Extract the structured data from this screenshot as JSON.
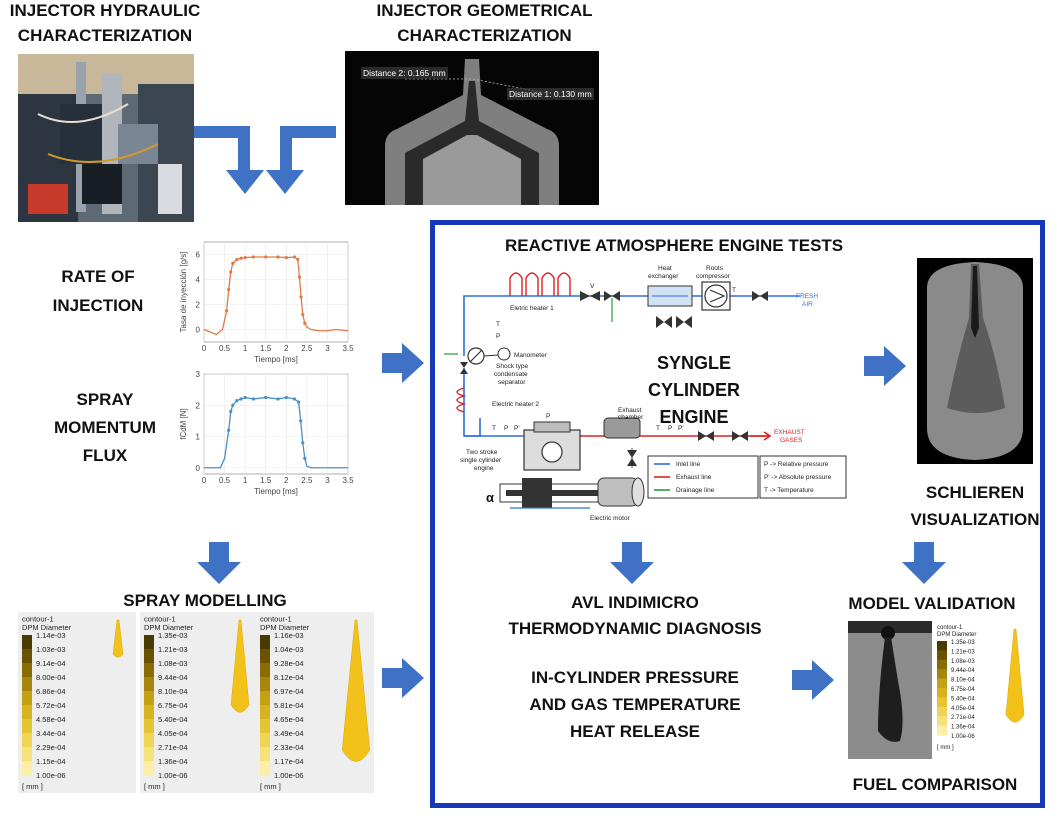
{
  "titles": {
    "hydraulic": "INJECTOR HYDRAULIC CHARACTERIZATION",
    "geometrical": "INJECTOR GEOMETRICAL CHARACTERIZATION",
    "rate": "RATE OF INJECTION",
    "momentum": "SPRAY MOMENTUM FLUX",
    "modelling": "SPRAY MODELLING",
    "reactive": "REACTIVE ATMOSPHERE ENGINE TESTS",
    "syngle": "SYNGLE CYLINDER ENGINE",
    "schlieren": "SCHLIEREN VISUALIZATION",
    "model_validation": "MODEL VALIDATION",
    "fuel_comparison": "FUEL COMPARISON",
    "avl1": "AVL INDIMICRO",
    "avl2": "THERMODYNAMIC DIAGNOSIS",
    "cyl1": "IN-CYLINDER PRESSURE",
    "cyl2": "AND GAS TEMPERATURE",
    "cyl3": "HEAT RELEASE"
  },
  "geometry_labels": {
    "d2": "Distance 2: 0.165 mm",
    "d1": "Distance 1: 0.130 mm"
  },
  "chart_data": [
    {
      "type": "line",
      "xlabel": "Tiempo [ms]",
      "ylabel": "Tasa de inyección [g/s]",
      "xlim": [
        0,
        3.5
      ],
      "ylim": [
        -1,
        7
      ],
      "xticks": [
        "0",
        "0.5",
        "1",
        "1.5",
        "2",
        "2.5",
        "3",
        "3.5"
      ],
      "yticks": [
        "0",
        "2",
        "4",
        "6"
      ],
      "color": "#e07a45",
      "x": [
        0,
        0.3,
        0.45,
        0.55,
        0.6,
        0.65,
        0.7,
        0.8,
        0.9,
        1.0,
        1.2,
        1.5,
        1.8,
        2.0,
        2.2,
        2.28,
        2.32,
        2.36,
        2.4,
        2.45,
        2.5,
        2.6,
        2.8,
        3.0,
        3.2,
        3.5
      ],
      "y": [
        0,
        -0.4,
        0,
        1.5,
        3.2,
        4.6,
        5.3,
        5.6,
        5.7,
        5.75,
        5.8,
        5.8,
        5.8,
        5.75,
        5.8,
        5.6,
        4.2,
        2.6,
        1.2,
        0.5,
        0.2,
        0,
        -0.1,
        -0.1,
        0,
        -0.1
      ]
    },
    {
      "type": "line",
      "xlabel": "Tiempo [ms]",
      "ylabel": "fCdM [N]",
      "xlim": [
        0,
        3.5
      ],
      "ylim": [
        -0.2,
        3
      ],
      "xticks": [
        "0",
        "0.5",
        "1",
        "1.5",
        "2",
        "2.5",
        "3",
        "3.5"
      ],
      "yticks": [
        "0",
        "1",
        "2",
        "3"
      ],
      "color": "#4a90c8",
      "x": [
        0,
        0.4,
        0.5,
        0.6,
        0.65,
        0.7,
        0.8,
        0.9,
        1.0,
        1.2,
        1.5,
        1.8,
        2.0,
        2.2,
        2.3,
        2.35,
        2.4,
        2.45,
        2.5,
        2.6,
        3.0,
        3.5
      ],
      "y": [
        0,
        0,
        0.3,
        1.2,
        1.8,
        2.0,
        2.15,
        2.2,
        2.25,
        2.2,
        2.25,
        2.2,
        2.25,
        2.2,
        2.1,
        1.5,
        0.8,
        0.3,
        0.05,
        0,
        0,
        0
      ]
    }
  ],
  "contours": [
    {
      "title": "contour-1",
      "sub": "DPM Diameter",
      "unit": "[ mm ]",
      "values": [
        "1.14e-03",
        "1.03e-03",
        "9.14e-04",
        "8.00e-04",
        "6.86e-04",
        "5.72e-04",
        "4.58e-04",
        "3.44e-04",
        "2.29e-04",
        "1.15e-04",
        "1.00e-06"
      ],
      "spray_len": 0.25
    },
    {
      "title": "contour-1",
      "sub": "DPM Diameter",
      "unit": "[ mm ]",
      "values": [
        "1.35e-03",
        "1.21e-03",
        "1.08e-03",
        "9.44e-04",
        "8.10e-04",
        "6.75e-04",
        "5.40e-04",
        "4.05e-04",
        "2.71e-04",
        "1.36e-04",
        "1.00e-06"
      ],
      "spray_len": 0.62
    },
    {
      "title": "contour-1",
      "sub": "DPM Diameter",
      "unit": "[ mm ]",
      "values": [
        "1.16e-03",
        "1.04e-03",
        "9.28e-04",
        "8.12e-04",
        "6.97e-04",
        "5.81e-04",
        "4.65e-04",
        "3.49e-04",
        "2.33e-04",
        "1.17e-04",
        "1.00e-06"
      ],
      "spray_len": 0.95
    },
    {
      "title": "contour-1",
      "sub": "DPM Diameter",
      "unit": "[ mm ]",
      "values": [
        "1.35e-03",
        "1.21e-03",
        "1.08e-03",
        "9.44e-04",
        "8.10e-04",
        "6.75e-04",
        "5.40e-04",
        "4.05e-04",
        "2.71e-04",
        "1.36e-04",
        "1.00e-06"
      ],
      "spray_len": 0.9
    }
  ],
  "schematic": {
    "eletric_heater_1": "Eletric heater 1",
    "electric_heater_2": "Electric heater 2",
    "heat_exchanger_1": "Heat",
    "heat_exchanger_2": "exchanger",
    "roots_1": "Roots",
    "roots_2": "compressor",
    "fresh_1": "FRESH",
    "fresh_2": "AIR",
    "manometer": "Manometer",
    "shock_1": "Shock type",
    "shock_2": "condensate",
    "shock_3": "separator",
    "exhaust_ch_1": "Exhaust",
    "exhaust_ch_2": "chamber",
    "exhaust_gases_1": "EXHAUST",
    "exhaust_gases_2": "GASES",
    "two_stroke_1": "Two stroke",
    "two_stroke_2": "single cylinder",
    "two_stroke_3": "engine",
    "electric_motor": "Electric motor",
    "legend_inlet": "Inlet line",
    "legend_exhaust": "Exhaust line",
    "legend_drainage": "Drainage line",
    "legend_p": "P -> Relative pressure",
    "legend_p2": "P' -> Absolute pressure",
    "legend_t": "T -> Temperature",
    "alpha": "α",
    "vc": "V",
    "t3": "T",
    "p3": "P",
    "pc": "P",
    "t4": "T",
    "p4": "P",
    "p4p": "P'",
    "t5": "T",
    "p5": "P",
    "p5p": "P'",
    "t2": "T"
  },
  "colors": {
    "frame": "#1537b8",
    "arrow": "#3f72c4",
    "inlet": "#2f6fd6",
    "exhaust": "#e02020",
    "drainage": "#2a9d3a",
    "spray": "#f2c21a"
  }
}
